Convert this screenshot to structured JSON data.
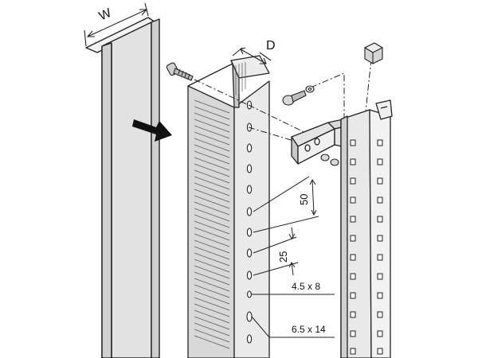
{
  "labels": {
    "width": "W",
    "depth": "D",
    "pitch_large": "50",
    "pitch_small": "25",
    "hole_small": "4.5 x 8",
    "hole_large": "6.5 x 14"
  },
  "colors": {
    "panel_fill": "#e2e2e2",
    "panel_light": "#efefef",
    "panel_dark": "#c6c6c6",
    "line": "#222222",
    "arrow": "#111111"
  },
  "icons": {
    "removal_arrow": "arrow-icon",
    "screw": "screw-icon",
    "washer": "washer-icon",
    "cage_nut": "cage-nut-icon"
  }
}
